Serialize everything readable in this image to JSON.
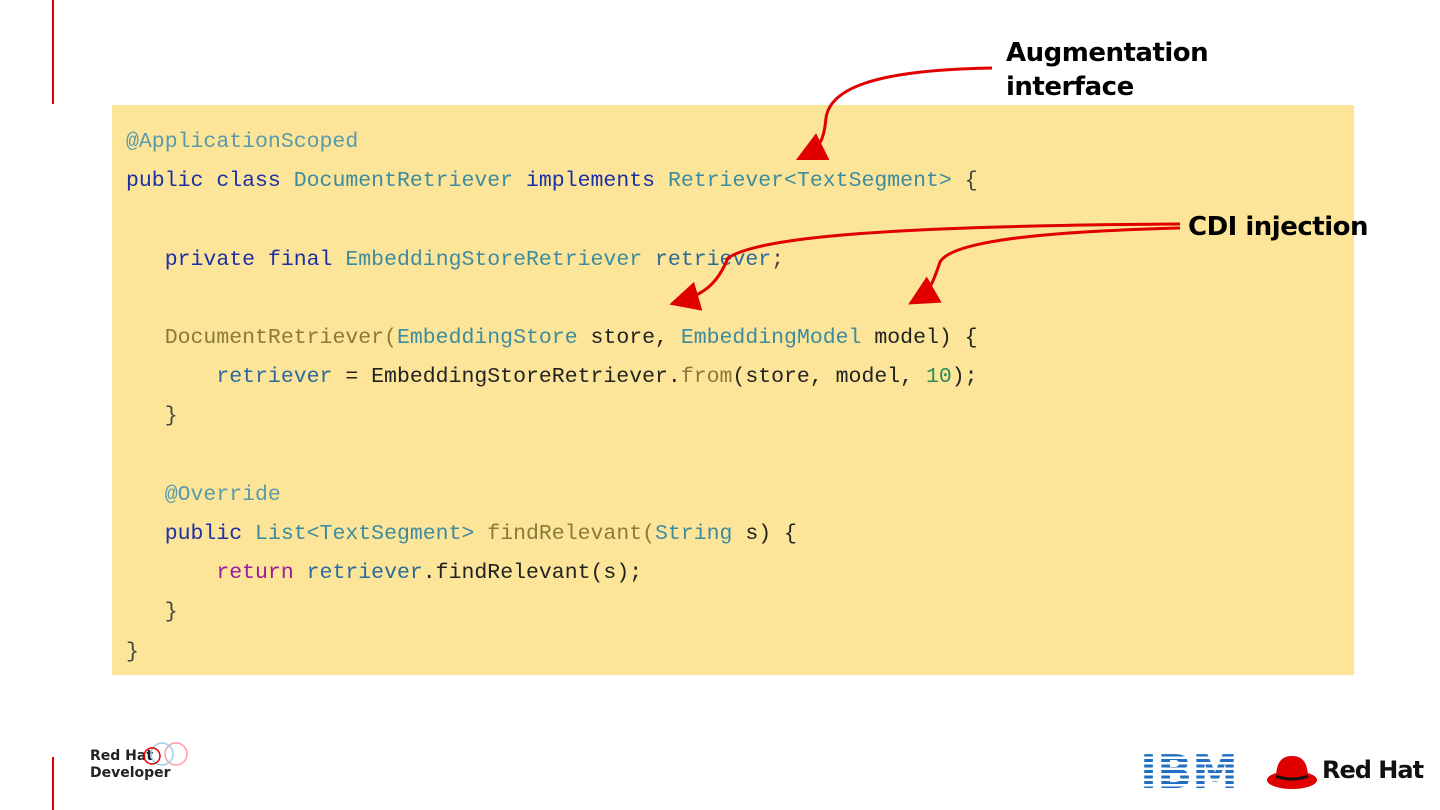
{
  "code": {
    "lines": [
      [
        {
          "t": "@ApplicationScoped",
          "c": "an"
        }
      ],
      [
        {
          "t": "public",
          "c": "kw"
        },
        {
          "t": " ",
          "c": "pl"
        },
        {
          "t": "class",
          "c": "kw"
        },
        {
          "t": " ",
          "c": "pl"
        },
        {
          "t": "DocumentRetriever",
          "c": "ty"
        },
        {
          "t": " ",
          "c": "pl"
        },
        {
          "t": "implements",
          "c": "kw"
        },
        {
          "t": " ",
          "c": "pl"
        },
        {
          "t": "Retriever<TextSegment>",
          "c": "ty"
        },
        {
          "t": " {",
          "c": "op"
        }
      ],
      [],
      [
        {
          "t": "   ",
          "c": "pl"
        },
        {
          "t": "private",
          "c": "kw"
        },
        {
          "t": " ",
          "c": "pl"
        },
        {
          "t": "final",
          "c": "kw"
        },
        {
          "t": " ",
          "c": "pl"
        },
        {
          "t": "EmbeddingStoreRetriever",
          "c": "ty"
        },
        {
          "t": " ",
          "c": "pl"
        },
        {
          "t": "retriever",
          "c": "vr"
        },
        {
          "t": ";",
          "c": "op"
        }
      ],
      [],
      [
        {
          "t": "   ",
          "c": "pl"
        },
        {
          "t": "DocumentRetriever(",
          "c": "fn"
        },
        {
          "t": "EmbeddingStore",
          "c": "ty"
        },
        {
          "t": " store, ",
          "c": "pl"
        },
        {
          "t": "EmbeddingModel",
          "c": "ty"
        },
        {
          "t": " model) {",
          "c": "pl"
        }
      ],
      [
        {
          "t": "       ",
          "c": "pl"
        },
        {
          "t": "retriever",
          "c": "vr"
        },
        {
          "t": " = EmbeddingStoreRetriever.",
          "c": "pl"
        },
        {
          "t": "from",
          "c": "fn"
        },
        {
          "t": "(store, model, ",
          "c": "pl"
        },
        {
          "t": "10",
          "c": "nm"
        },
        {
          "t": ");",
          "c": "pl"
        }
      ],
      [
        {
          "t": "   }",
          "c": "op"
        }
      ],
      [],
      [
        {
          "t": "   ",
          "c": "pl"
        },
        {
          "t": "@Override",
          "c": "an"
        }
      ],
      [
        {
          "t": "   ",
          "c": "pl"
        },
        {
          "t": "public",
          "c": "kw"
        },
        {
          "t": " ",
          "c": "pl"
        },
        {
          "t": "List<TextSegment>",
          "c": "ty"
        },
        {
          "t": " ",
          "c": "pl"
        },
        {
          "t": "findRelevant(",
          "c": "fn"
        },
        {
          "t": "String",
          "c": "ty"
        },
        {
          "t": " s) {",
          "c": "pl"
        }
      ],
      [
        {
          "t": "       ",
          "c": "pl"
        },
        {
          "t": "return",
          "c": "rt"
        },
        {
          "t": " ",
          "c": "pl"
        },
        {
          "t": "retriever",
          "c": "vr"
        },
        {
          "t": ".findRelevant(s);",
          "c": "pl"
        }
      ],
      [
        {
          "t": "   }",
          "c": "op"
        }
      ],
      [
        {
          "t": "}",
          "c": "op"
        }
      ]
    ]
  },
  "callouts": {
    "augmentation_line1": "Augmentation",
    "augmentation_line2": "interface",
    "cdi": "CDI injection"
  },
  "branding": {
    "developer_line1": "Red Hat",
    "developer_line2": "Developer",
    "ibm": "IBM",
    "redhat": "Red Hat"
  },
  "colors": {
    "accent_red": "#e00000",
    "code_background": "#fce598"
  }
}
